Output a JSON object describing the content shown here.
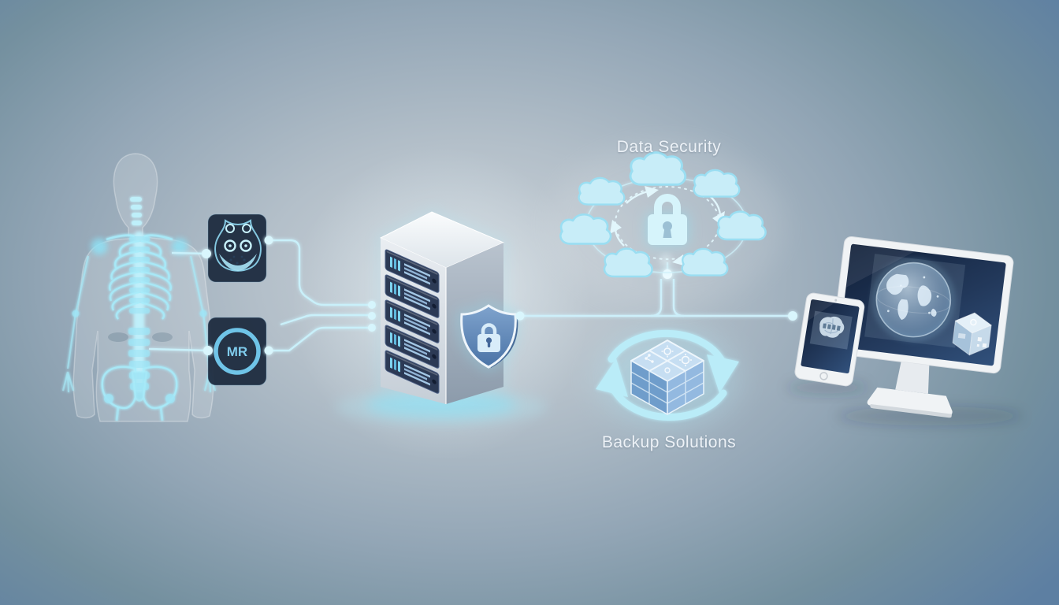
{
  "labels": {
    "data_security": "Data Security",
    "backup_solutions": "Backup Solutions"
  },
  "scans": {
    "mri_label": "MR"
  },
  "colors": {
    "background_center": "#cdd4da",
    "background_edge": "#5d7fa2",
    "accent_cyan": "#bfeef9",
    "glow_cyan": "#8fe0f4",
    "cloud_fill": "#c8edf8",
    "server_rack_navy": "#2c3a55",
    "shield_blue": "#5e86b5",
    "backup_block_blue": "#7fa9d4",
    "screen_navy": "#1b2c47",
    "device_white": "#f0f3f5",
    "label_text": "#edf2f7"
  },
  "icons": {
    "left": [
      "human-body-xray-figure",
      "ct-scan-thumbnail",
      "mri-scan-thumbnail"
    ],
    "center": [
      "server-tower",
      "security-shield-icon",
      "padlock-icon"
    ],
    "top_right": [
      "cloud-network-icon",
      "padlock-icon",
      "sync-arrows-icon"
    ],
    "bottom_right": [
      "backup-storage-cubes-icon",
      "circular-refresh-arrows-icon"
    ],
    "right": [
      "desktop-monitor",
      "globe-icon",
      "data-cube-icon",
      "tablet",
      "brain-scan-icon"
    ]
  }
}
